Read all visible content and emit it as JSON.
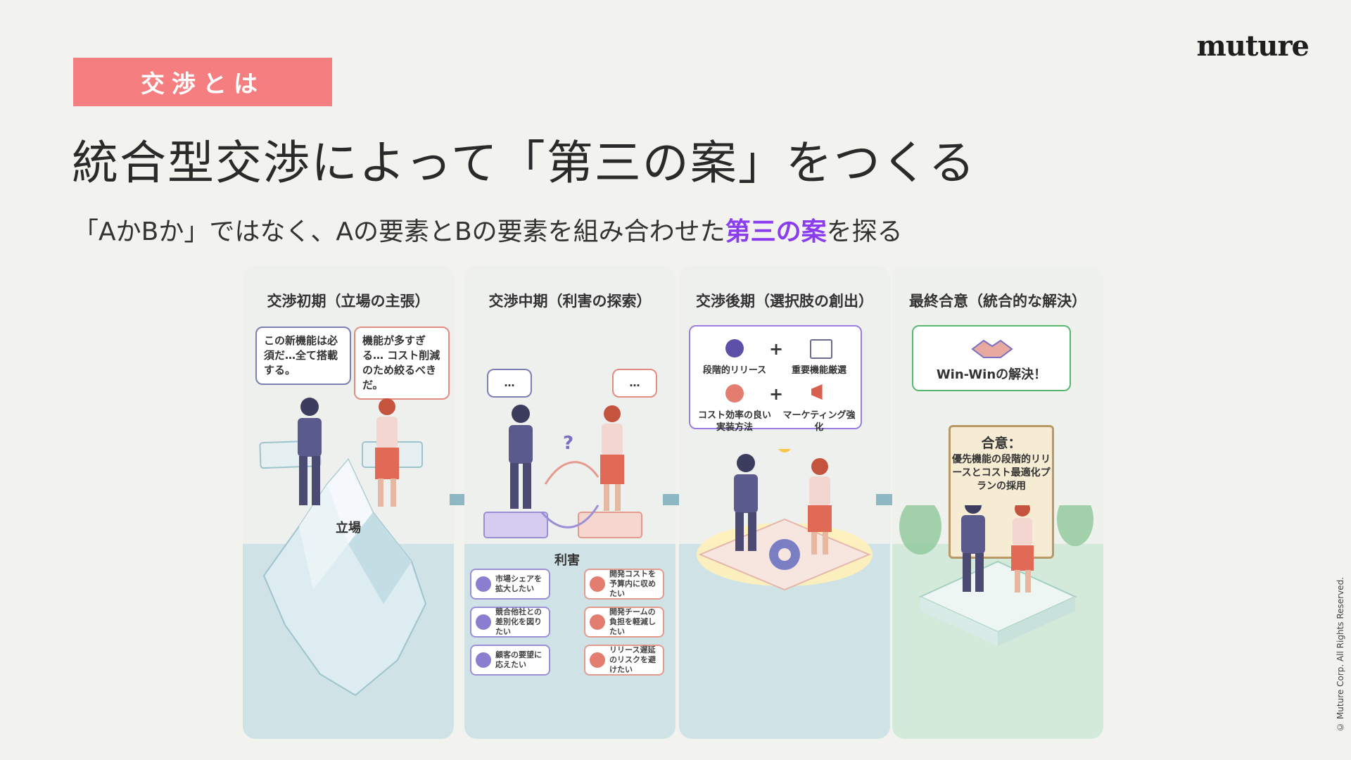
{
  "brand": {
    "logo": "muture",
    "copyright": "© Muture Corp. All Rights Reserved."
  },
  "header": {
    "tag": "交渉とは",
    "title": "統合型交渉によって「第三の案」をつくる",
    "subtitle_pre": "「AかBか」ではなく、Aの要素とBの要素を組み合わせた",
    "subtitle_highlight": "第三の案",
    "subtitle_post": "を探る"
  },
  "colors": {
    "tag_bg": "#f57f80",
    "highlight": "#8a3cf0",
    "water": "#cfe3e6",
    "final_ground": "#d3e9d9"
  },
  "panels": [
    {
      "title": "交渉初期（立場の主張）",
      "bubble_left": "この新機能は必須だ…全て搭載する。",
      "bubble_right": "機能が多すぎる… コスト削減のため絞るべきだ。",
      "label": "立場"
    },
    {
      "title": "交渉中期（利害の探索）",
      "bubble_left": "…",
      "bubble_right": "…",
      "label": "利害",
      "cards_left": [
        "市場シェアを拡大したい",
        "競合他社との差別化を図りたい",
        "顧客の要望に応えたい"
      ],
      "cards_right": [
        "開発コストを予算内に収めたい",
        "開発チームの負担を軽減したい",
        "リリース遅延のリスクを避けたい"
      ]
    },
    {
      "title": "交渉後期（選択肢の創出）",
      "options": [
        "段階的リリース",
        "重要機能厳選",
        "コスト効率の良い実装方法",
        "マーケティング強化"
      ],
      "plus": "+"
    },
    {
      "title": "最終合意（統合的な解決）",
      "banner": "Win-Winの解決！",
      "agreement_heading": "合意：",
      "agreement_text": "優先機能の段階的リリースとコスト最適化プランの採用"
    }
  ]
}
